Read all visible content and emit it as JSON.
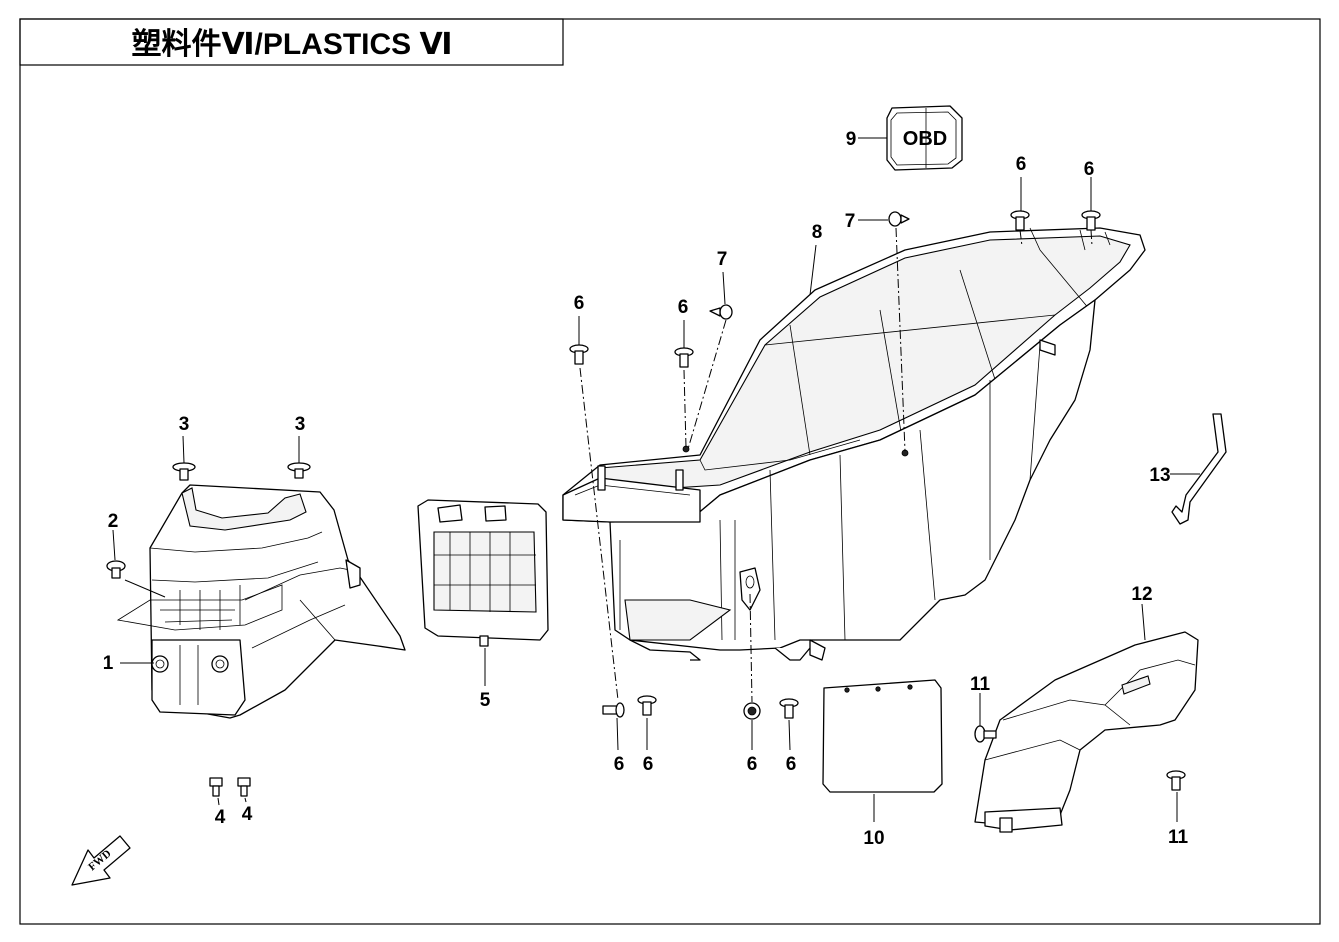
{
  "title": "塑料件Ⅵ/PLASTICS Ⅵ",
  "obd_label": "OBD",
  "fwd_label": "FWD",
  "callouts": {
    "c1": "1",
    "c2": "2",
    "c3a": "3",
    "c3b": "3",
    "c4a": "4",
    "c4b": "4",
    "c5": "5",
    "c6a": "6",
    "c6b": "6",
    "c6c": "6",
    "c6d": "6",
    "c6e": "6",
    "c6f": "6",
    "c6g": "6",
    "c6h": "6",
    "c7a": "7",
    "c7b": "7",
    "c8": "8",
    "c9": "9",
    "c10": "10",
    "c11a": "11",
    "c11b": "11",
    "c12": "12",
    "c13": "13"
  }
}
